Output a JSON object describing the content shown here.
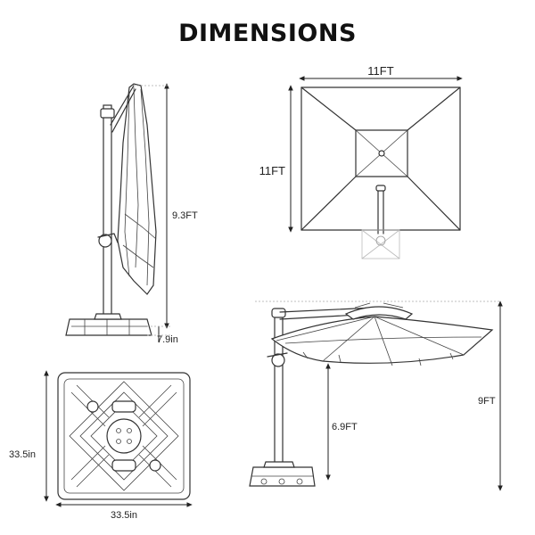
{
  "title": "DIMENSIONS",
  "side_view": {
    "height_label": "9.3FT",
    "base_height_label": "7.9in"
  },
  "top_view": {
    "width_label": "11FT",
    "depth_label": "11FT"
  },
  "base_view": {
    "depth_label": "33.5in",
    "width_label": "33.5in"
  },
  "open_view": {
    "clearance_label": "6.9FT",
    "total_height_label": "9FT"
  },
  "colors": {
    "line": "#333333",
    "background": "#ffffff"
  }
}
